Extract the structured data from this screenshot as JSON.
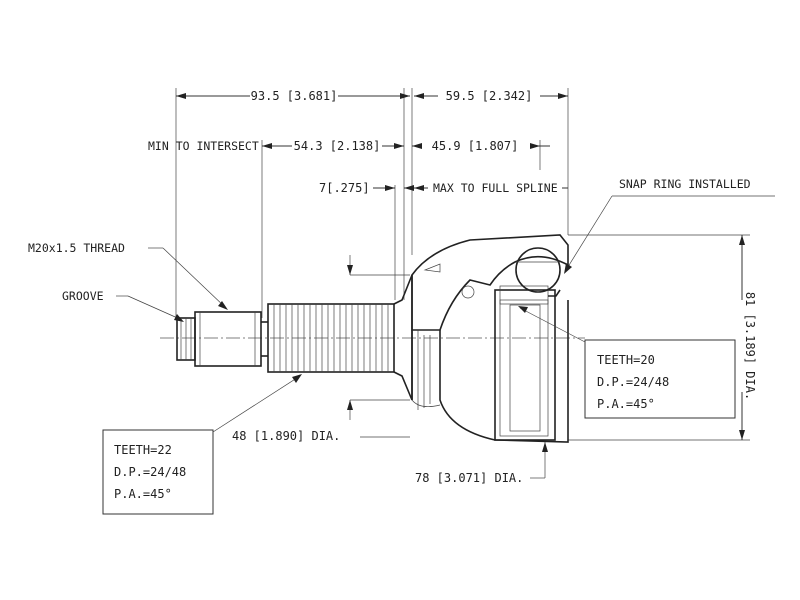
{
  "dimensions": {
    "overall_left": "93.5 [3.681]",
    "overall_right": "59.5 [2.342]",
    "min_to_intersect_label": "MIN TO INTERSECT",
    "stem_length": "54.3 [2.138]",
    "spline_length": "45.9 [1.807]",
    "shoulder": "7[.275]",
    "max_to_full_spline": "MAX TO FULL SPLINE",
    "stem_dia": "48 [1.890] DIA.",
    "housing_dia": "78 [3.071] DIA.",
    "outer_dia": "81 [3.189] DIA."
  },
  "callouts": {
    "thread": "M20x1.5 THREAD",
    "groove": "GROOVE",
    "snap_ring": "SNAP RING INSTALLED"
  },
  "spec_inner": {
    "teeth": "TEETH=20",
    "dp": "D.P.=24/48",
    "pa": "P.A.=45°"
  },
  "spec_outer": {
    "teeth": "TEETH=22",
    "dp": "D.P.=24/48",
    "pa": "P.A.=45°"
  }
}
